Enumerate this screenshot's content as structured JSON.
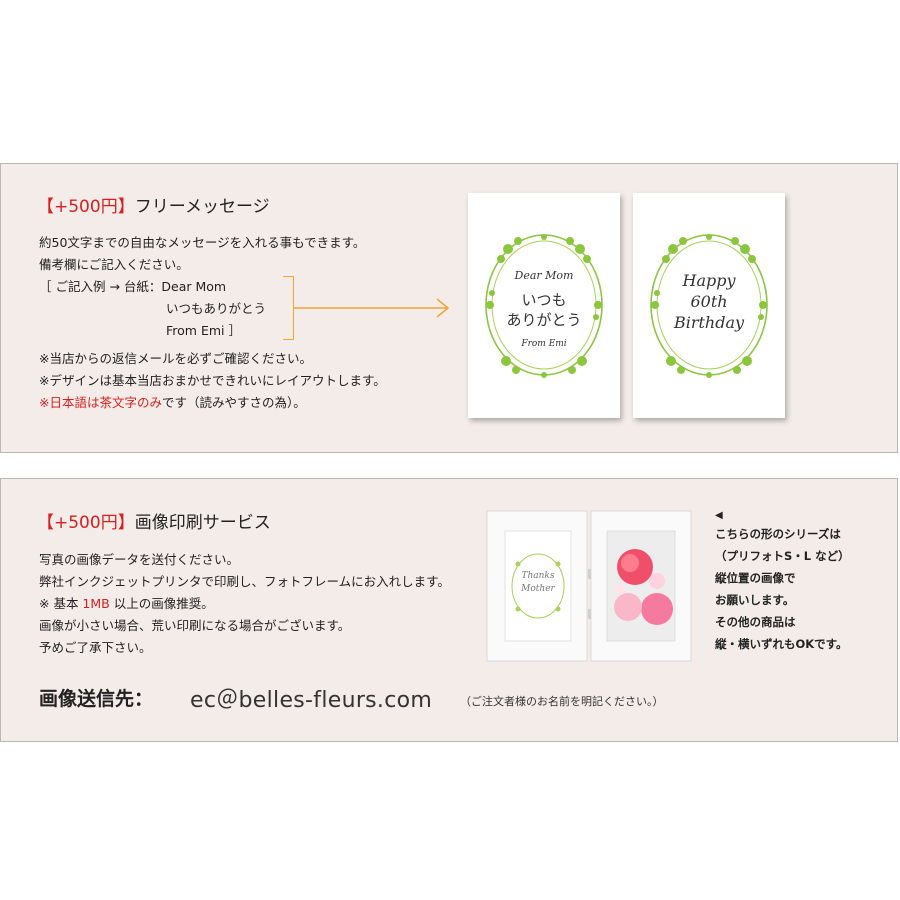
{
  "section1": {
    "price": "【+500円】",
    "title": "フリーメッセージ",
    "line1": "約50文字までの自由なメッセージを入れる事もできます。",
    "line2": "備考欄にご記入ください。",
    "example_prefix": "［ ご記入例 → 台紙：Dear Mom",
    "example_line2": "いつもありがとう",
    "example_line3": "From Emi ］",
    "note1": "※当店からの返信メールを必ずご確認ください。",
    "note2": "※デザインは基本当店おまかせできれいにレイアウトします。",
    "note3_red": "※日本語は茶文字のみ",
    "note3_rest": "です（読みやすさの為）。",
    "card1": {
      "top": "Dear Mom",
      "mid1": "いつも",
      "mid2": "ありがとう",
      "bottom": "From Emi"
    },
    "card2": {
      "line1": "Happy",
      "line2": "60th",
      "line3": "Birthday"
    }
  },
  "section2": {
    "price": "【+500円】",
    "title": "画像印刷サービス",
    "line1": "写真の画像データを送付ください。",
    "line2": "弊社インクジェットプリンタで印刷し、フォトフレームにお入れします。",
    "line3_pre": "※ 基本 ",
    "line3_red": "1MB",
    "line3_post": " 以上の画像推奨。",
    "line4": "画像が小さい場合、荒い印刷になる場合がございます。",
    "line5": "予めご了承下さい。",
    "email_label": "画像送信先：",
    "email": "ec＠belles-fleurs.com",
    "email_note": "（ご注文者様のお名前を明記ください。）",
    "frame_card": {
      "line1": "Thanks",
      "line2": "Mother"
    },
    "side": {
      "arrow": "◀",
      "l1": "こちらの形のシリーズは",
      "l2": "（プリフォトS・L など）",
      "l3": "縦位置の画像で",
      "l4": "お願いします。",
      "l5": "その他の商品は",
      "l6": "縦・横いずれもOKです。"
    }
  },
  "colors": {
    "panel_bg": "#f3ece8",
    "accent_red": "#d81f1f",
    "arrow_orange": "#f0a437",
    "wreath_green": "#8cc63f"
  }
}
